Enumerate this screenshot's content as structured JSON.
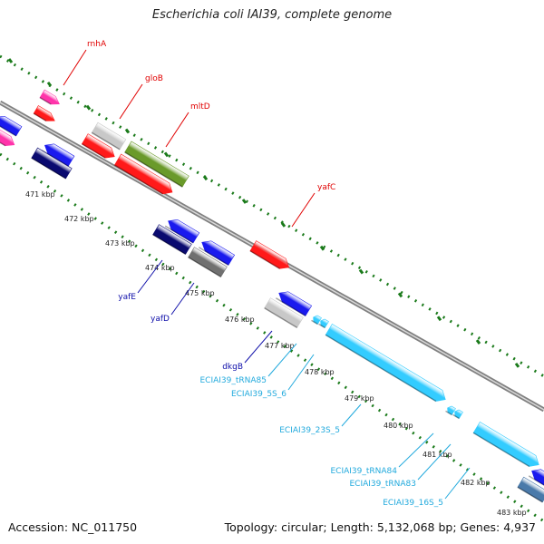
{
  "title": "Escherichia coli IAI39, complete genome",
  "footer": {
    "accession": "Accession: NC_011750",
    "topology": "Topology: circular; Length: 5,132,068 bp; Genes: 4,937"
  },
  "colors": {
    "backbone": "#808080",
    "tick_green": "#1a7a1a",
    "red": "#ff1a1a",
    "magenta": "#ff33aa",
    "blue": "#1a1aee",
    "navy": "#0a0a70",
    "gray": "#c8c8c8",
    "darkgray": "#707070",
    "olive": "#6a9a2a",
    "cyan": "#33ccff",
    "steel": "#4a7aaa",
    "label_red": "#e00000",
    "label_blue": "#1010aa",
    "label_cyan": "#22aadd"
  },
  "kbp_labels": [
    "471 kbp",
    "472 kbp",
    "473 kbp",
    "474 kbp",
    "475 kbp",
    "476 kbp",
    "477 kbp",
    "478 kbp",
    "479 kbp",
    "480 kbp",
    "481 kbp",
    "482 kbp",
    "483 kbp"
  ],
  "gene_labels": {
    "rnhA": "rnhA",
    "gloB": "gloB",
    "mltD": "mltD",
    "yafC": "yafC",
    "yafE": "yafE",
    "yafD": "yafD",
    "dkgB": "dkgB",
    "tRNA85": "ECIAI39_tRNA85",
    "5S_6": "ECIAI39_5S_6",
    "23S_5": "ECIAI39_23S_5",
    "tRNA84": "ECIAI39_tRNA84",
    "tRNA83": "ECIAI39_tRNA83",
    "16S_5": "ECIAI39_16S_5"
  }
}
